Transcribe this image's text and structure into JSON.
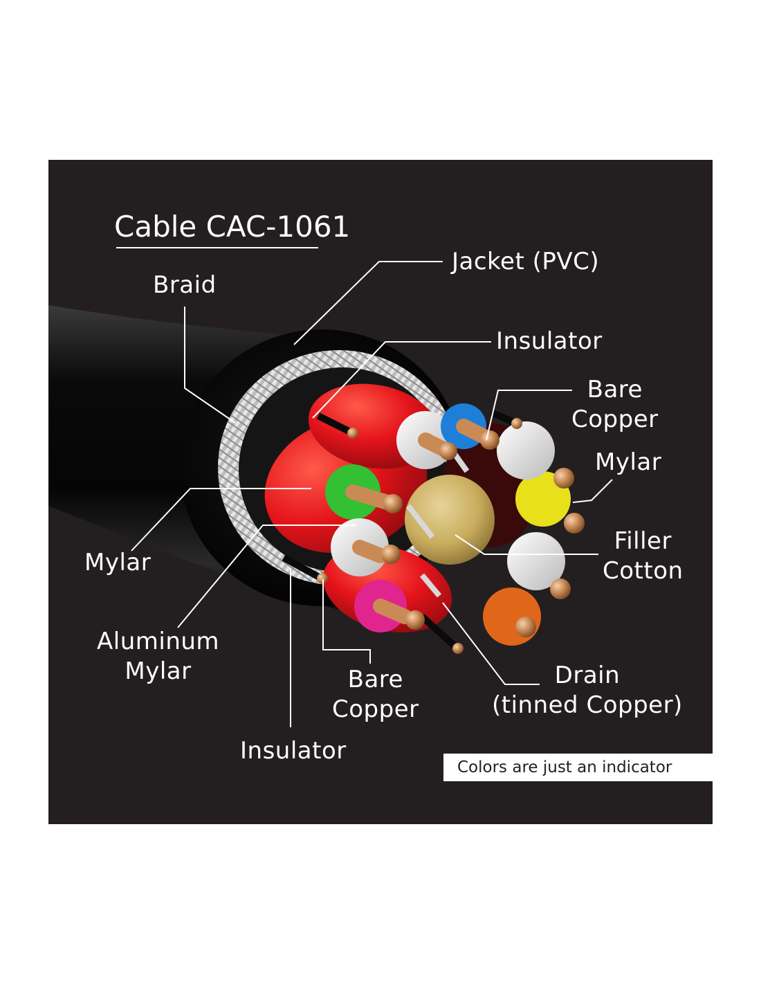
{
  "title": "Cable CAC-1061",
  "note": "Colors are just an indicator",
  "labels": {
    "jacket": "Jacket (PVC)",
    "braid": "Braid",
    "insulator_top": "Insulator",
    "bare_copper_right": [
      "Bare",
      "Copper"
    ],
    "mylar_right": "Mylar",
    "filler": [
      "Filler",
      "Cotton"
    ],
    "mylar_left": "Mylar",
    "aluminum_mylar": [
      "Aluminum",
      "Mylar"
    ],
    "bare_copper_bottom": [
      "Bare",
      "Copper"
    ],
    "drain": [
      "Drain",
      "(tinned Copper)"
    ],
    "insulator_bottom": "Insulator"
  },
  "colors": {
    "background": "#231f20",
    "jacket": "#0c0c0c",
    "braid": "#cfcfcf",
    "mylar_red": "#e4141b",
    "copper": "#c98a55",
    "core_blue": "#1e7fd8",
    "core_green": "#33c033",
    "core_yellow": "#e8e01a",
    "core_magenta": "#e0258f",
    "core_orange": "#e0661a",
    "filler": "#c9ad5e",
    "line": "#ffffff"
  }
}
